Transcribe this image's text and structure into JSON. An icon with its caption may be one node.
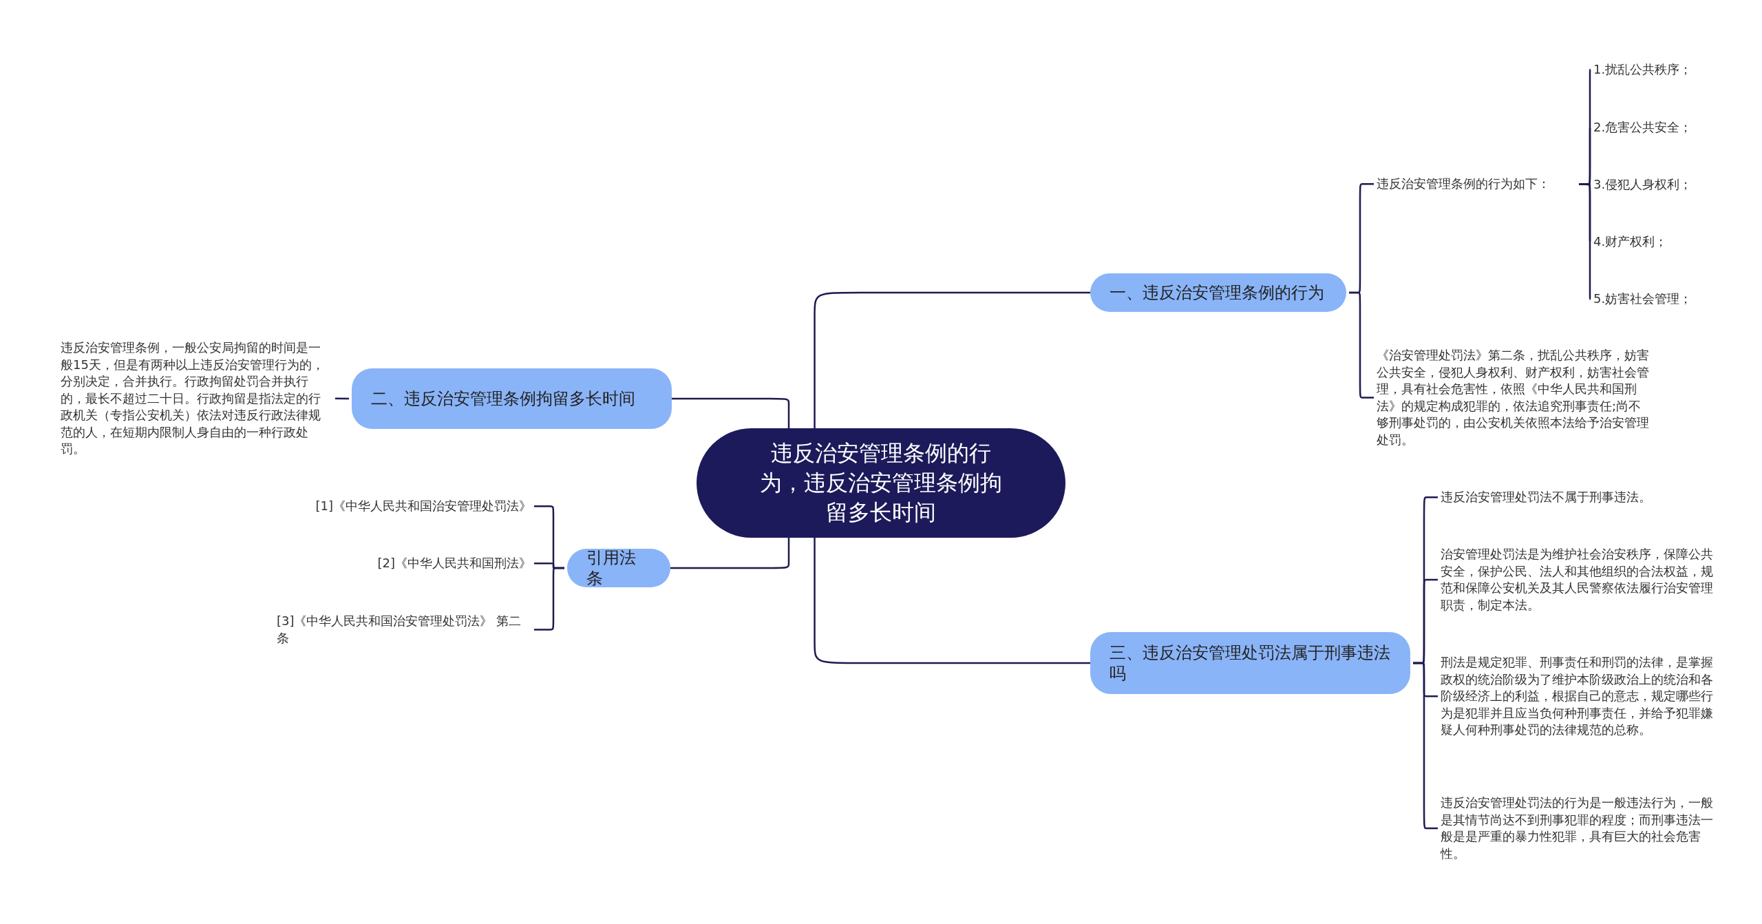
{
  "diagram": {
    "nodes": [
      {
        "text": [
          "违反治安管理条例的行为，违反治安管理条例拘留多长时间"
        ]
      },
      {
        "text": [
          "一、违反治安管理条例的行为"
        ]
      },
      {
        "text": [
          "违反治安管理条例的行为如下："
        ]
      },
      {
        "text": [
          "1.扰乱公共秩序；"
        ]
      },
      {
        "text": [
          "2.危害公共安全；"
        ]
      },
      {
        "text": [
          "3.侵犯人身权利；"
        ]
      },
      {
        "text": [
          "4.财产权利；"
        ]
      },
      {
        "text": [
          "5.妨害社会管理；"
        ]
      },
      {
        "text": [
          "《治安管理处罚法》第二条，扰乱公共秩序，妨害公共安全，侵犯人身权利、财产权利，妨害社会管理，具有社会危害性，依照《中华人民共和国刑法》的规定构成犯罪的，依法追究刑事责任;尚不够刑事处罚的，由公安机关依照本法给予治安管理处罚。"
        ]
      },
      {
        "text": [
          "二、违反治安管理条例拘留多长时间"
        ]
      },
      {
        "text": [
          "违反治安管理条例，一般公安局拘留的时间是一般15天，但是有两种以上违反治安管理行为的，分别决定，合并执行。行政拘留处罚合并执行的，最长不超过二十日。行政拘留是指法定的行政机关（专指公安机关）依法对违反行政法律规范的人，在短期内限制人身自由的一种行政处罚。"
        ]
      },
      {
        "text": [
          "引用法条"
        ]
      },
      {
        "text": [
          "[1]《中华人民共和国治安管理处罚法》"
        ]
      },
      {
        "text": [
          "[2]《中华人民共和国刑法》"
        ]
      },
      {
        "text": [
          "[3]《中华人民共和国治安管理处罚法》 第二条"
        ]
      },
      {
        "text": [
          "三、违反治安管理处罚法属于刑事违法吗"
        ]
      },
      {
        "text": [
          "违反治安管理处罚法不属于刑事违法。"
        ]
      },
      {
        "text": [
          "治安管理处罚法是为维护社会治安秩序，保障公共安全，保护公民、法人和其他组织的合法权益，规范和保障公安机关及其人民警察依法履行治安管理职责，制定本法。"
        ]
      },
      {
        "text": [
          "刑法是规定犯罪、刑事责任和刑罚的法律，是掌握政权的统治阶级为了维护本阶级政治上的统治和各阶级经济上的利益，根据自己的意志，规定哪些行为是犯罪并且应当负何种刑事责任，并给予犯罪嫌疑人何种刑事处罚的法律规范的总称。"
        ]
      },
      {
        "text": [
          "违反治安管理处罚法的行为是一般违法行为，一般是其情节尚达不到刑事犯罪的程度；而刑事违法一般是是严重的暴力性犯罪，具有巨大的社会危害性。"
        ]
      }
    ],
    "edges": [
      {
        "from": 0,
        "to": 1,
        "arrow": "none"
      },
      {
        "from": 0,
        "to": 9,
        "arrow": "none"
      },
      {
        "from": 0,
        "to": 11,
        "arrow": "none"
      },
      {
        "from": 0,
        "to": 15,
        "arrow": "none"
      },
      {
        "from": 1,
        "to": 2,
        "arrow": "none"
      },
      {
        "from": 1,
        "to": 8,
        "arrow": "none"
      },
      {
        "from": 2,
        "to": 3,
        "arrow": "none"
      },
      {
        "from": 2,
        "to": 4,
        "arrow": "none"
      },
      {
        "from": 2,
        "to": 5,
        "arrow": "none"
      },
      {
        "from": 2,
        "to": 6,
        "arrow": "none"
      },
      {
        "from": 2,
        "to": 7,
        "arrow": "none"
      },
      {
        "from": 9,
        "to": 10,
        "arrow": "none"
      },
      {
        "from": 11,
        "to": 12,
        "arrow": "none"
      },
      {
        "from": 11,
        "to": 13,
        "arrow": "none"
      },
      {
        "from": 11,
        "to": 14,
        "arrow": "none"
      },
      {
        "from": 15,
        "to": 16,
        "arrow": "none"
      },
      {
        "from": 15,
        "to": 17,
        "arrow": "none"
      },
      {
        "from": 15,
        "to": 18,
        "arrow": "none"
      },
      {
        "from": 15,
        "to": 19,
        "arrow": "none"
      }
    ]
  }
}
